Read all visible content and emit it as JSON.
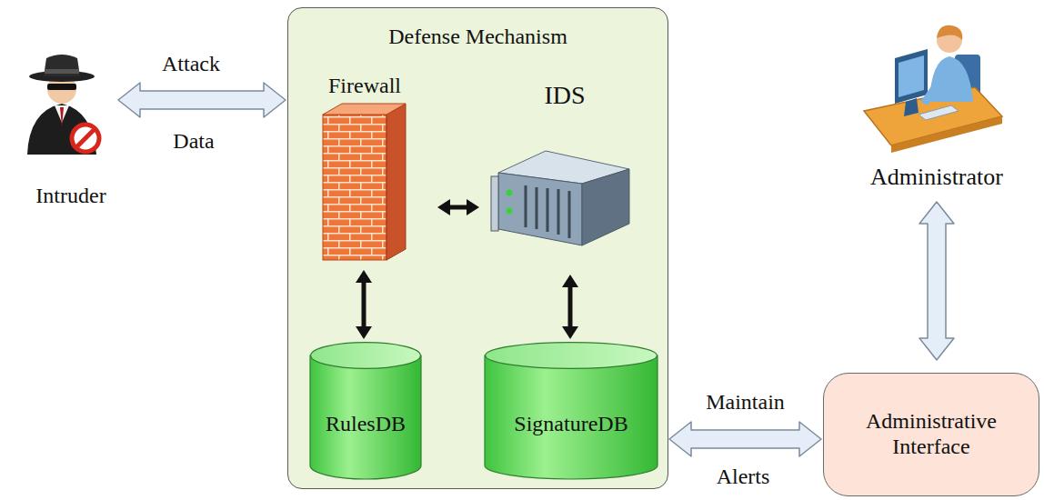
{
  "diagram": {
    "nodes": [
      {
        "text": [
          "Intruder"
        ]
      },
      {
        "text": [
          "Defense Mechanism"
        ]
      },
      {
        "text": [
          "Firewall"
        ],
        "in": 1
      },
      {
        "text": [
          "IDS"
        ],
        "in": 1
      },
      {
        "text": [
          "RulesDB"
        ],
        "in": 1
      },
      {
        "text": [
          "SignatureDB"
        ],
        "in": 1
      },
      {
        "text": [
          "Administrator"
        ]
      },
      {
        "text": [
          "Administrative Interface"
        ]
      }
    ],
    "edges": [
      {
        "from": 0,
        "to": 1,
        "arrow": "both",
        "label": "Attack"
      },
      {
        "from": 2,
        "to": 3,
        "arrow": "both"
      },
      {
        "from": 2,
        "to": 4,
        "arrow": "both"
      },
      {
        "from": 3,
        "to": 5,
        "arrow": "both"
      },
      {
        "from": 5,
        "to": 7,
        "arrow": "both",
        "label": "Maintain"
      },
      {
        "from": 6,
        "to": 7,
        "arrow": "both"
      }
    ],
    "labels": [
      "Data",
      "Alerts"
    ]
  }
}
